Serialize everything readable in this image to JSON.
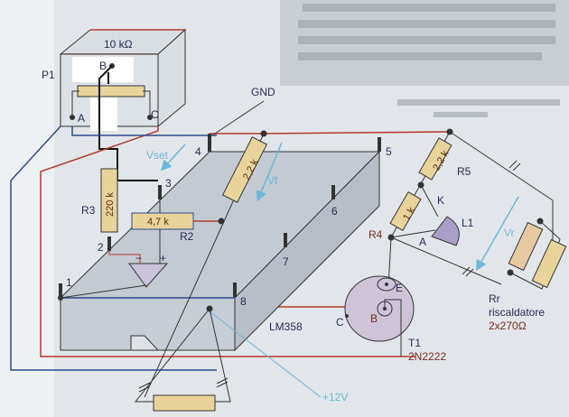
{
  "potentiometer": {
    "name": "P1",
    "value": "10 kΩ",
    "pins": {
      "a": "A",
      "b": "B",
      "c": "C"
    }
  },
  "ground": "GND",
  "chip": {
    "name": "LM358",
    "pins": [
      "1",
      "2",
      "3",
      "4",
      "5",
      "6",
      "7",
      "8"
    ]
  },
  "resistors": {
    "r3": {
      "name": "R3",
      "value": "220 k"
    },
    "r2": {
      "name": "R2",
      "value": "4,7 k"
    },
    "rf": {
      "value": "2,2 k"
    },
    "r5": {
      "name": "R5",
      "value": "2,2 k"
    },
    "r4": {
      "name": "R4",
      "value": "1 k"
    }
  },
  "opamp": {
    "minus": "−",
    "plus": "+"
  },
  "voltages": {
    "vset": "Vset",
    "vf": "Vf",
    "vr": "Vr",
    "supply": "+12V"
  },
  "led": {
    "name": "L1",
    "k": "K",
    "a": "A"
  },
  "heater": {
    "name": "Rr",
    "desc": "riscaldatore",
    "value": "2x270Ω"
  },
  "transistor": {
    "name": "T1",
    "part": "2N2222",
    "e": "E",
    "b": "B",
    "c": "C"
  },
  "colors": {
    "wire_red": "#b23a2a",
    "wire_blue": "#2a4a8a",
    "resistor": "#e8d49a",
    "chip": "#c4cad2",
    "arrow": "#6bb7d8"
  }
}
